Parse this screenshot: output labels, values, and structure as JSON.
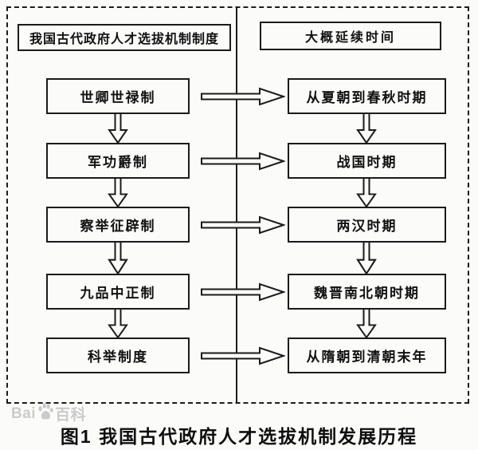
{
  "diagram": {
    "left_header": "我国古代政府人才选拔机制制度",
    "right_header": "大概延续时间",
    "rows": [
      {
        "system": "世卿世禄制",
        "period": "从夏朝到春秋时期"
      },
      {
        "system": "军功爵制",
        "period": "战国时期"
      },
      {
        "system": "察举征辟制",
        "period": "两汉时期"
      },
      {
        "system": "九品中正制",
        "period": "魏晋南北朝时期"
      },
      {
        "system": "科举制度",
        "period": "从隋朝到清朝末年"
      }
    ]
  },
  "caption": "图1 我国古代政府人才选拔机制发展历程",
  "watermark": {
    "prefix": "Bai",
    "suffix": "百科"
  },
  "colors": {
    "line": "#1b1b1b",
    "background": "#fbfbfa",
    "watermark": "#cbcbcb"
  }
}
